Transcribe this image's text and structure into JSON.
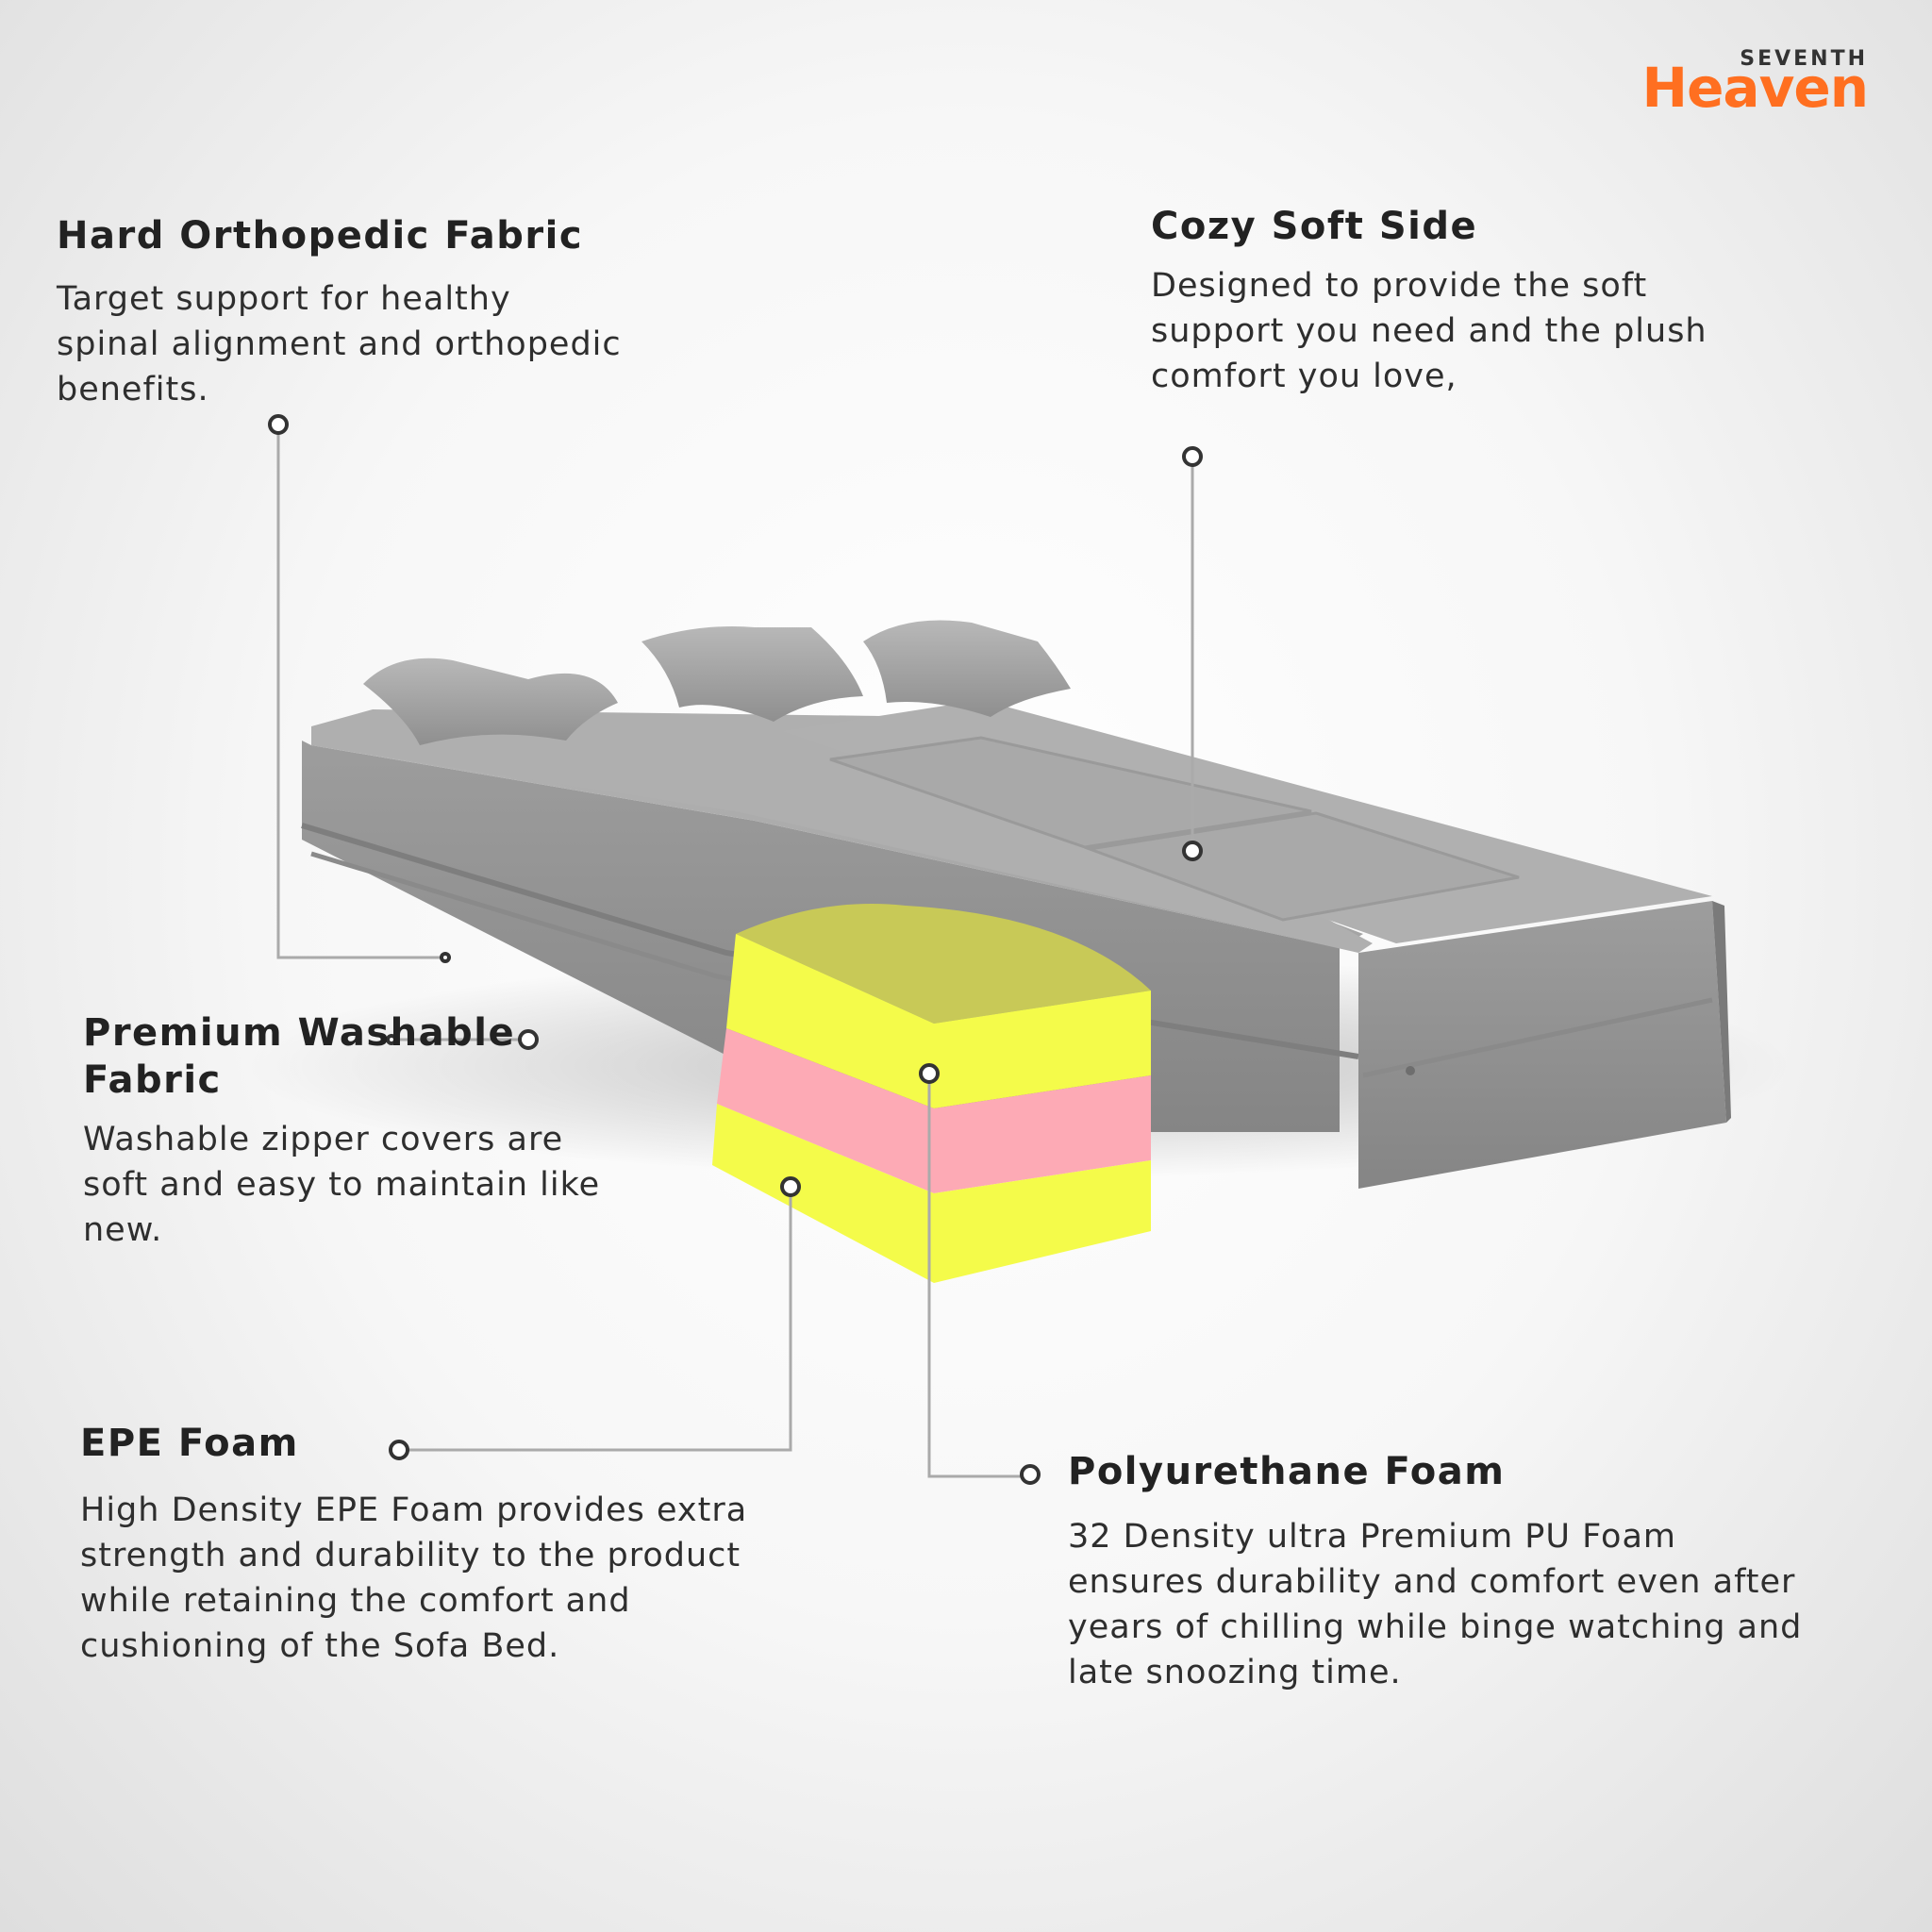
{
  "brand": {
    "logo_small": "SEVENTH",
    "logo_main": "Heaven",
    "accent_color": "#ff6f20"
  },
  "colors": {
    "fabric": "#9a9a9a",
    "foam_yellow": "#f4fb4a",
    "foam_pink": "#fdaab5",
    "top_olive": "#c8c957"
  },
  "features": {
    "hard": {
      "title": "Hard Orthopedic Fabric",
      "text": "Target support for healthy spinal alignment and orthopedic benefits."
    },
    "cozy": {
      "title": "Cozy Soft Side",
      "text": "Designed to provide the soft support you need and the plush  comfort you love,"
    },
    "premium": {
      "title": "Premium Washable Fabric",
      "text": "Washable zipper covers are soft and easy to maintain like new."
    },
    "epe": {
      "title": "EPE Foam",
      "text": "High Density EPE Foam provides extra strength and durability to the product while retaining the comfort and cushioning of the Sofa Bed."
    },
    "pu": {
      "title": "Polyurethane Foam",
      "text": "32 Density ultra Premium PU Foam ensures durability and comfort even after years of chilling while binge watching and late snoozing time."
    }
  }
}
